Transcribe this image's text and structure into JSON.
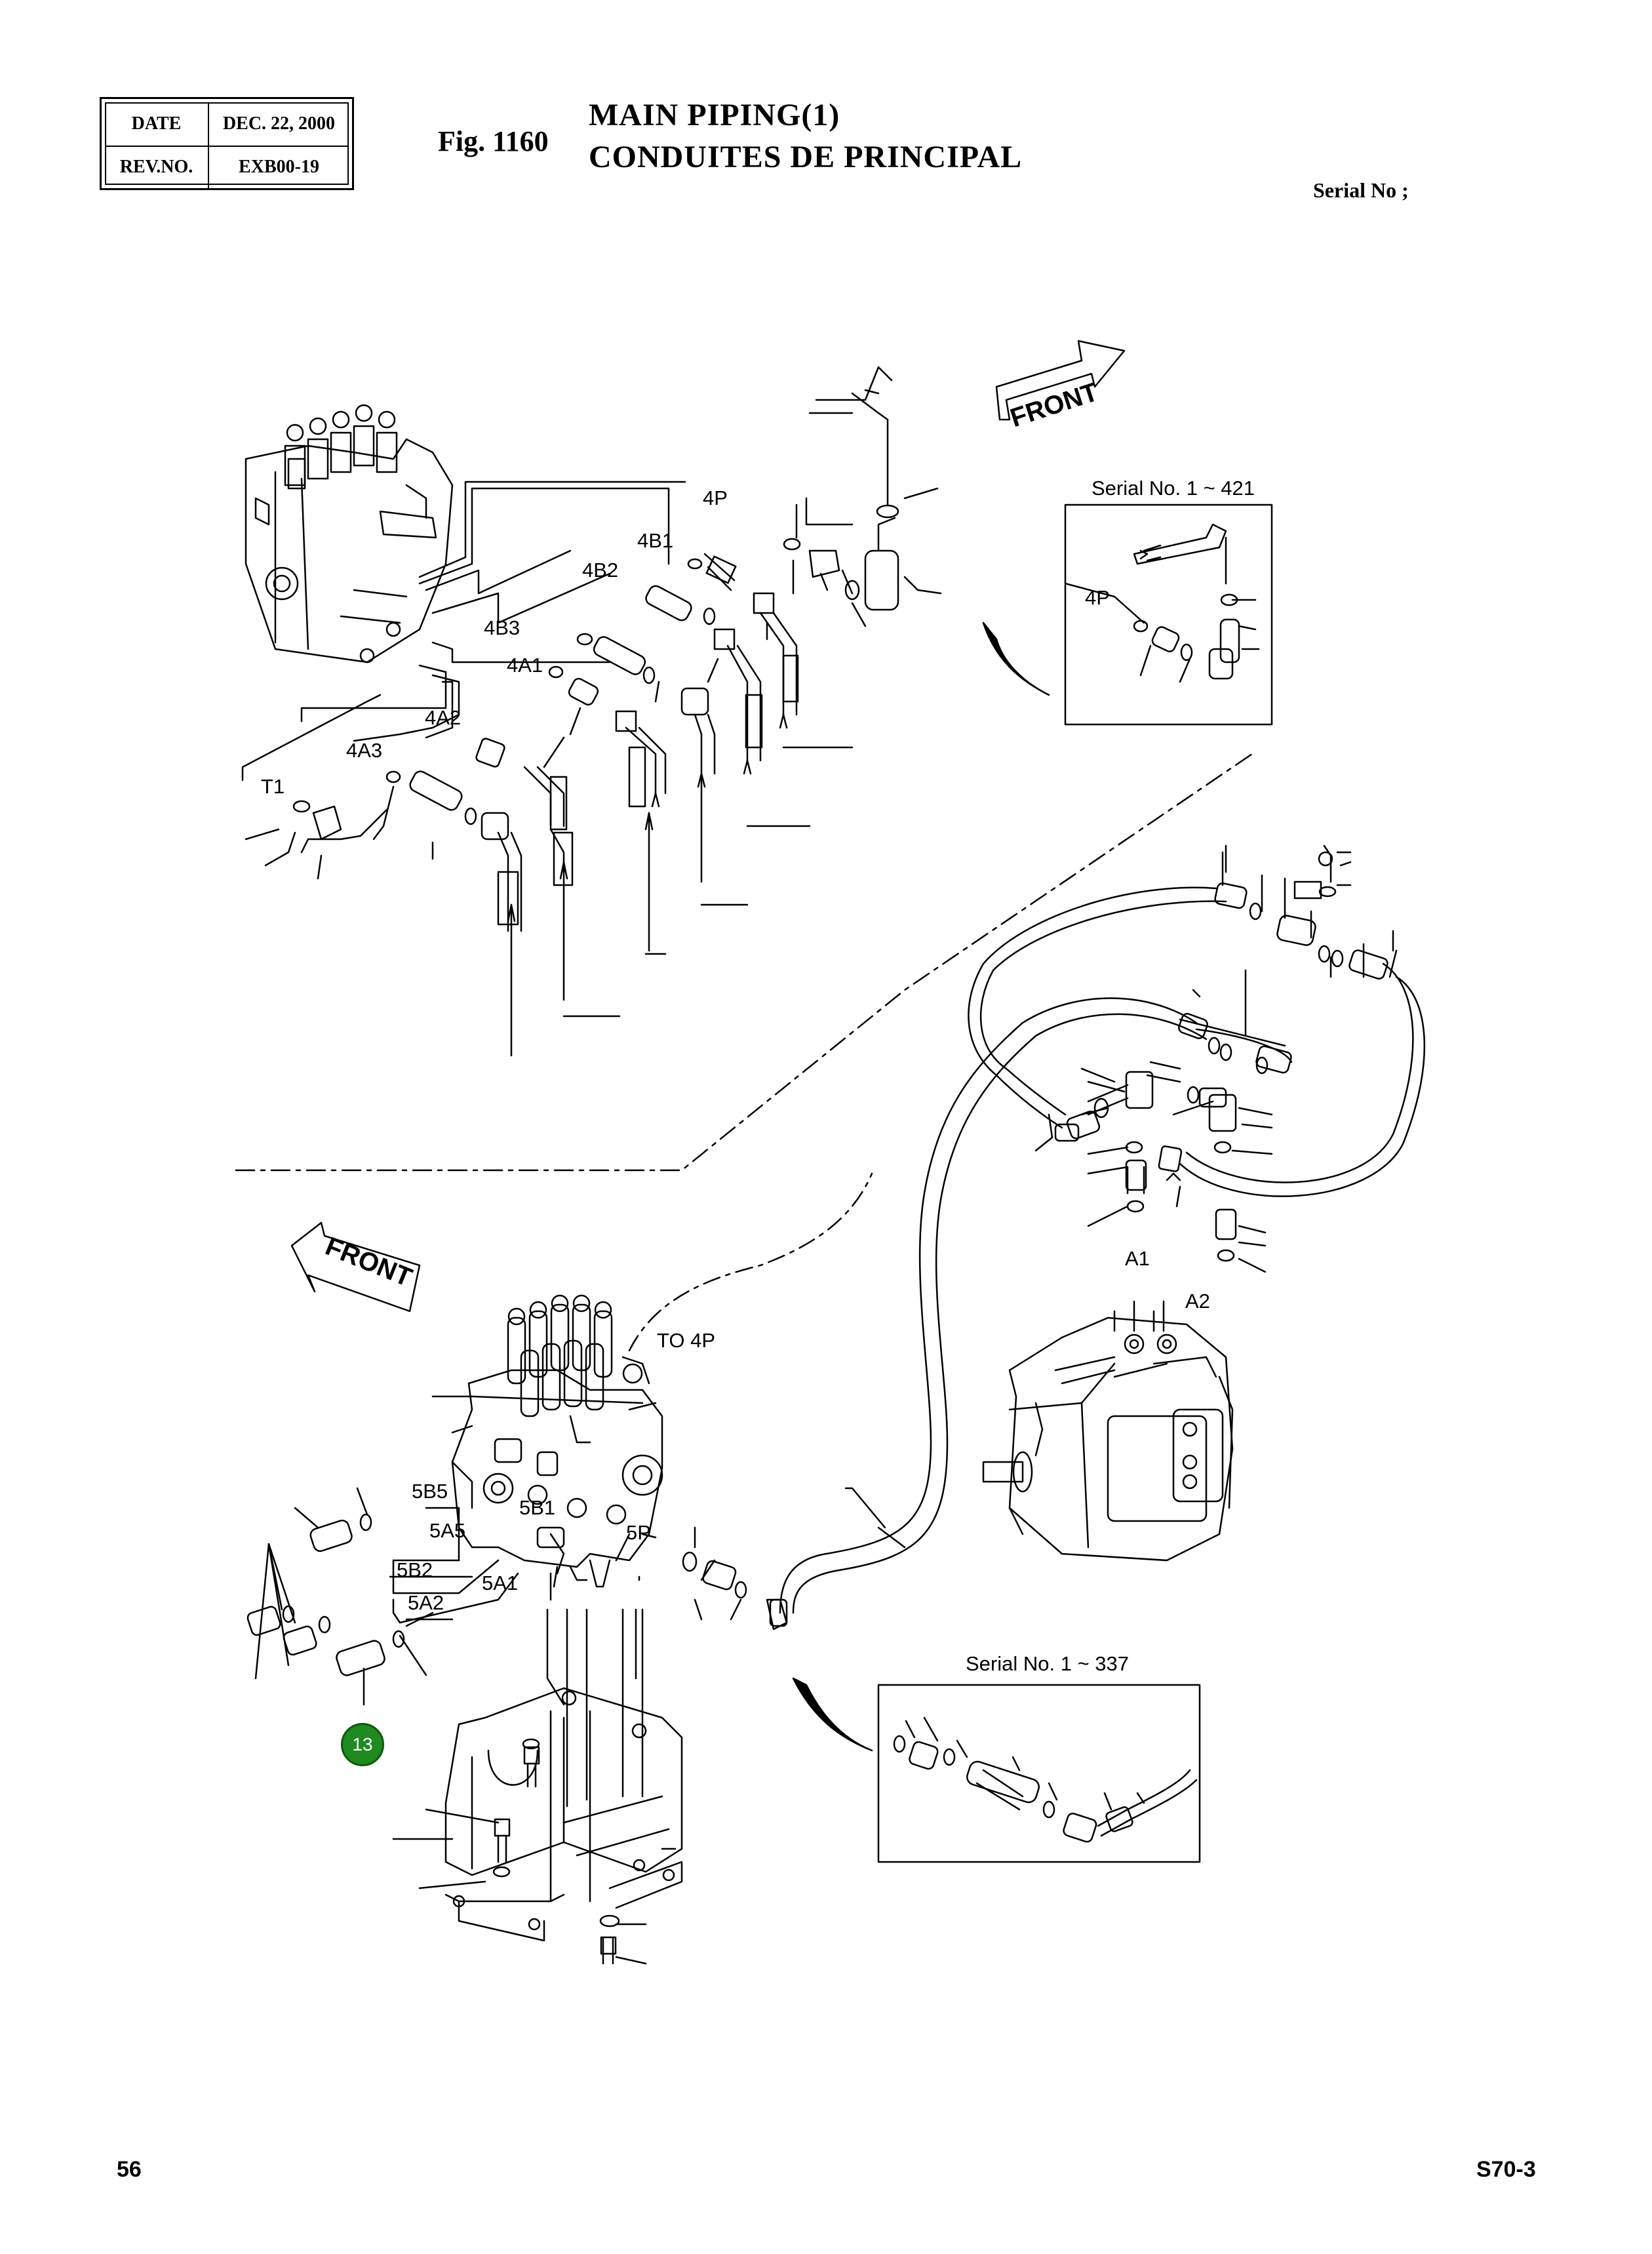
{
  "header": {
    "date_label": "DATE",
    "date_value": "DEC. 22, 2000",
    "rev_label": "REV.NO.",
    "rev_value": "EXB00-19",
    "fig_no": "Fig. 1160",
    "title_en": "MAIN PIPING(1)",
    "title_fr": "CONDUITES DE PRINCIPAL",
    "serial_label": "Serial No ;"
  },
  "drawing": {
    "front_label": "FRONT",
    "inset_top_title": "Serial No. 1 ~ 421",
    "inset_bottom_title": "Serial No. 1 ~ 337",
    "port_labels": {
      "p4": "4P",
      "b41": "4B1",
      "b42": "4B2",
      "b43": "4B3",
      "a41": "4A1",
      "a42": "4A2",
      "a43": "4A3",
      "t1": "T1",
      "inset_4p": "4P",
      "a1": "A1",
      "a2": "A2",
      "to4p": "TO 4P",
      "b55": "5B5",
      "a55": "5A5",
      "b51": "5B1",
      "p5": "5P",
      "b52": "5B2",
      "a51": "5A1",
      "a52": "5A2"
    },
    "callout": "13"
  },
  "footer": {
    "page": "56",
    "model": "S70-3"
  }
}
